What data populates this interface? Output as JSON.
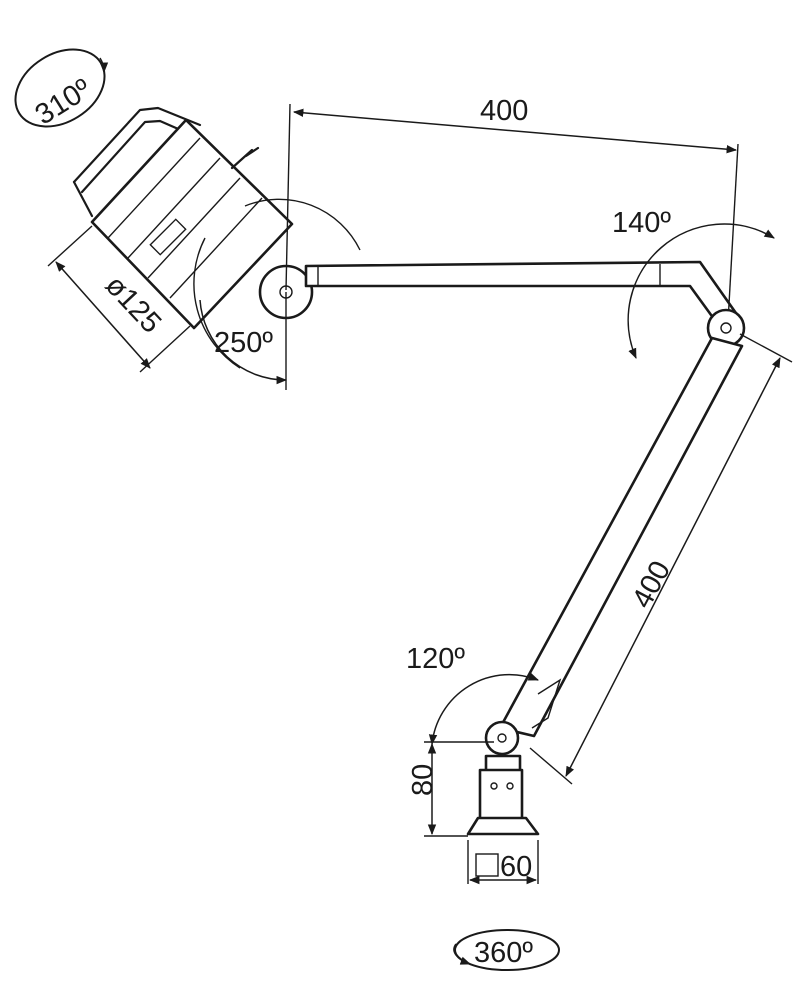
{
  "drawing": {
    "head_rotation": "310º",
    "upper_arm_length": "400",
    "head_tilt": "250º",
    "head_diameter": "ø125",
    "elbow_angle": "140º",
    "lower_arm_length": "400",
    "base_joint_angle": "120º",
    "base_height": "80",
    "base_square_size": "60",
    "base_rotation": "360º"
  },
  "colors": {
    "line": "#1a1a1a",
    "paper": "#ffffff"
  }
}
